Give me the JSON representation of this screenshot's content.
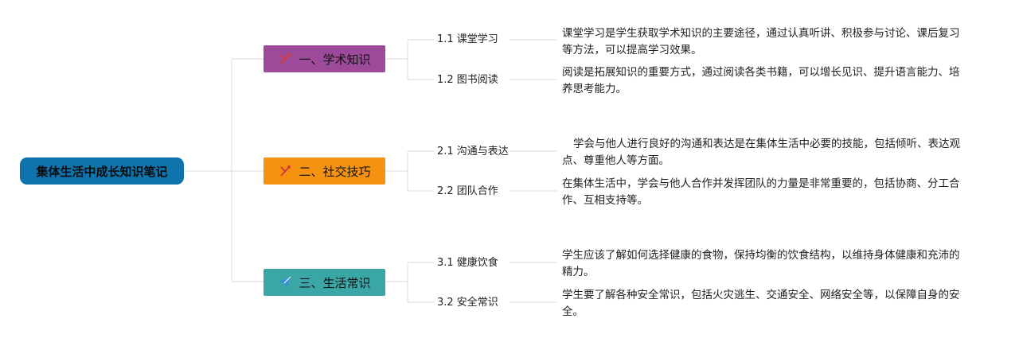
{
  "root": {
    "label": "集体生活中成长知识笔记"
  },
  "colors": {
    "root": "#0f73ad",
    "branch_1": "#9d4a9b",
    "branch_2": "#f59310",
    "branch_3": "#3aa6a6",
    "line": "#e2e2e2"
  },
  "branches": [
    {
      "label": "一、学术知识",
      "icon": "tools-icon",
      "children": [
        {
          "label": "1.1 课堂学习",
          "note": "课堂学习是学生获取学术知识的主要途径，通过认真听讲、积极参与讨论、课后复习等方法，可以提高学习效果。"
        },
        {
          "label": "1.2 图书阅读",
          "note": "阅读是拓展知识的重要方式，通过阅读各类书籍，可以增长见识、提升语言能力、培养思考能力。"
        }
      ]
    },
    {
      "label": "二、社交技巧",
      "icon": "tools-icon",
      "children": [
        {
          "label": "2.1 沟通与表达",
          "note": "学会与他人进行良好的沟通和表达是在集体生活中必要的技能，包括倾听、表达观点、尊重他人等方面。"
        },
        {
          "label": "2.2 团队合作",
          "note": "在集体生活中，学会与他人合作并发挥团队的力量是非常重要的，包括协商、分工合作、互相支持等。"
        }
      ]
    },
    {
      "label": "三、生活常识",
      "icon": "paper-plane-icon",
      "children": [
        {
          "label": "3.1 健康饮食",
          "note": "学生应该了解如何选择健康的食物，保持均衡的饮食结构，以维持身体健康和充沛的精力。"
        },
        {
          "label": "3.2 安全常识",
          "note": "学生要了解各种安全常识，包括火灾逃生、交通安全、网络安全等，以保障自身的安全。"
        }
      ]
    }
  ]
}
